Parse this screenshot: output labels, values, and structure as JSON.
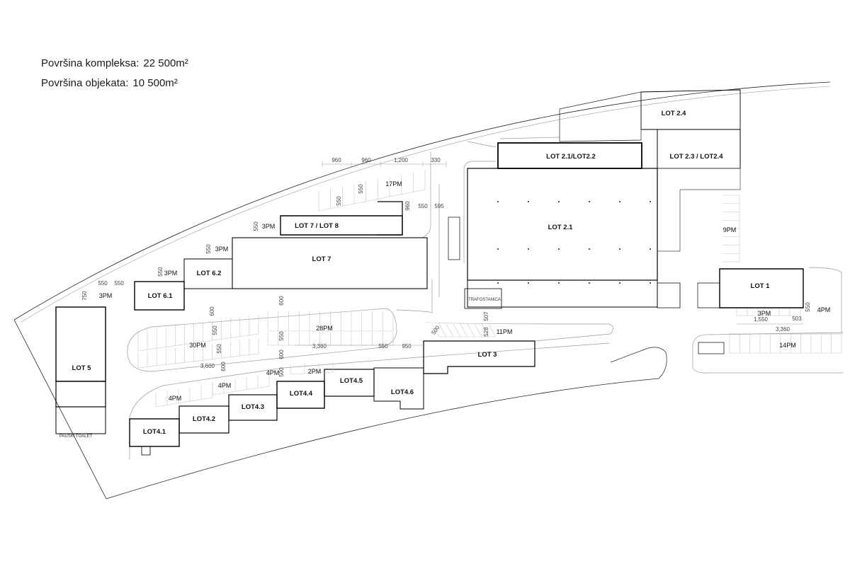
{
  "stats": {
    "complex_label": "Površina kompleksa:",
    "complex_value": "22 500m²",
    "buildings_label": "Površina objekata:",
    "buildings_value": "10 500m²"
  },
  "lots": {
    "lot_1": "LOT 1",
    "lot_2_1": "LOT 2.1",
    "lot_2_1_2_2": "LOT 2.1/LOT2.2",
    "lot_2_3_2_4": "LOT 2.3 / LOT2.4",
    "lot_2_4": "LOT 2.4",
    "lot_3": "LOT 3",
    "lot_4_1": "LOT4.1",
    "lot_4_2": "LOT4.2",
    "lot_4_3": "LOT4.3",
    "lot_4_4": "LOT4.4",
    "lot_4_5": "LOT4.5",
    "lot_4_6": "LOT4.6",
    "lot_5": "LOT 5",
    "lot_6_1": "LOT 6.1",
    "lot_6_2": "LOT 6.2",
    "lot_7": "LOT 7",
    "lot_7_8": "LOT 7 / LOT 8",
    "trafostanica": "TRAFOSTANICA",
    "toilet": "PAUSKI TOALET"
  },
  "parking": {
    "p17": "17PM",
    "p3a": "3PM",
    "p3b": "3PM",
    "p3c": "3PM",
    "p3d": "3PM",
    "p3e": "3PM",
    "p9": "9PM",
    "p28": "28PM",
    "p30": "30PM",
    "p11": "11PM",
    "p14": "14PM",
    "p4a": "4PM",
    "p4b": "4PM",
    "p4c": "4PM",
    "p4d": "4PM",
    "p2": "2PM"
  },
  "dims": {
    "d960a": "960",
    "d960b": "960",
    "d1200": "1,200",
    "d330": "330",
    "d550a": "550",
    "d550b": "550",
    "d550c": "550",
    "d550d": "550",
    "d550e": "550",
    "d550f": "550",
    "d550g": "550",
    "d550h": "550",
    "d550i": "550",
    "d550j": "550",
    "d550k": "550",
    "d550l": "550",
    "d550m": "550",
    "d595": "595",
    "d960c": "960",
    "d750": "750",
    "d600a": "600",
    "d600b": "600",
    "d600c": "600",
    "d600d": "600",
    "d3360a": "3,360",
    "d3360b": "3,360",
    "d3600": "3,600",
    "d950": "950",
    "d500a": "500",
    "d500b": "500",
    "d528": "528",
    "d507": "507",
    "d503": "503",
    "d1550": "1,550"
  },
  "colors": {
    "line": "#222222",
    "thin": "#9a9a9a",
    "faint": "#c4c4c4",
    "wall": "#000000"
  }
}
